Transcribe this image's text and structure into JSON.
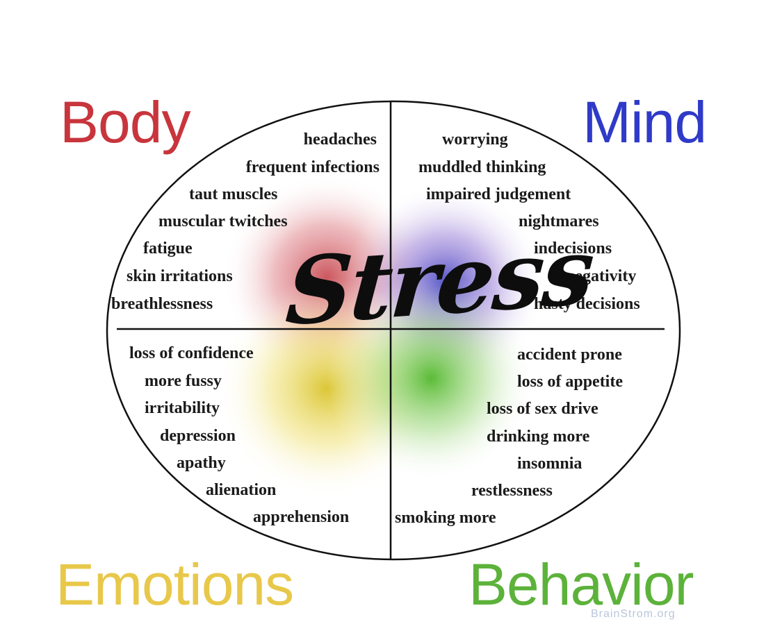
{
  "center_label": "Stress",
  "colors": {
    "body": "#c8353c",
    "mind": "#2f3ac8",
    "emotions": "#e8c84a",
    "behavior": "#5cb23a",
    "outline": "#111111"
  },
  "quadrants": {
    "body": {
      "title": "Body",
      "items": [
        "headaches",
        "frequent infections",
        "taut muscles",
        "muscular twitches",
        "fatigue",
        "skin irritations",
        "breathlessness"
      ]
    },
    "mind": {
      "title": "Mind",
      "items": [
        "worrying",
        "muddled thinking",
        "impaired judgement",
        "nightmares",
        "indecisions",
        "negativity",
        "hasty decisions"
      ]
    },
    "emotions": {
      "title": "Emotions",
      "items": [
        "loss of confidence",
        "more fussy",
        "irritability",
        "depression",
        "apathy",
        "alienation",
        "apprehension"
      ]
    },
    "behavior": {
      "title": "Behavior",
      "items": [
        "accident prone",
        "loss of appetite",
        "loss of sex drive",
        "drinking more",
        "insomnia",
        "restlessness",
        "smoking more"
      ]
    }
  },
  "watermark": "BrainStrom.org"
}
